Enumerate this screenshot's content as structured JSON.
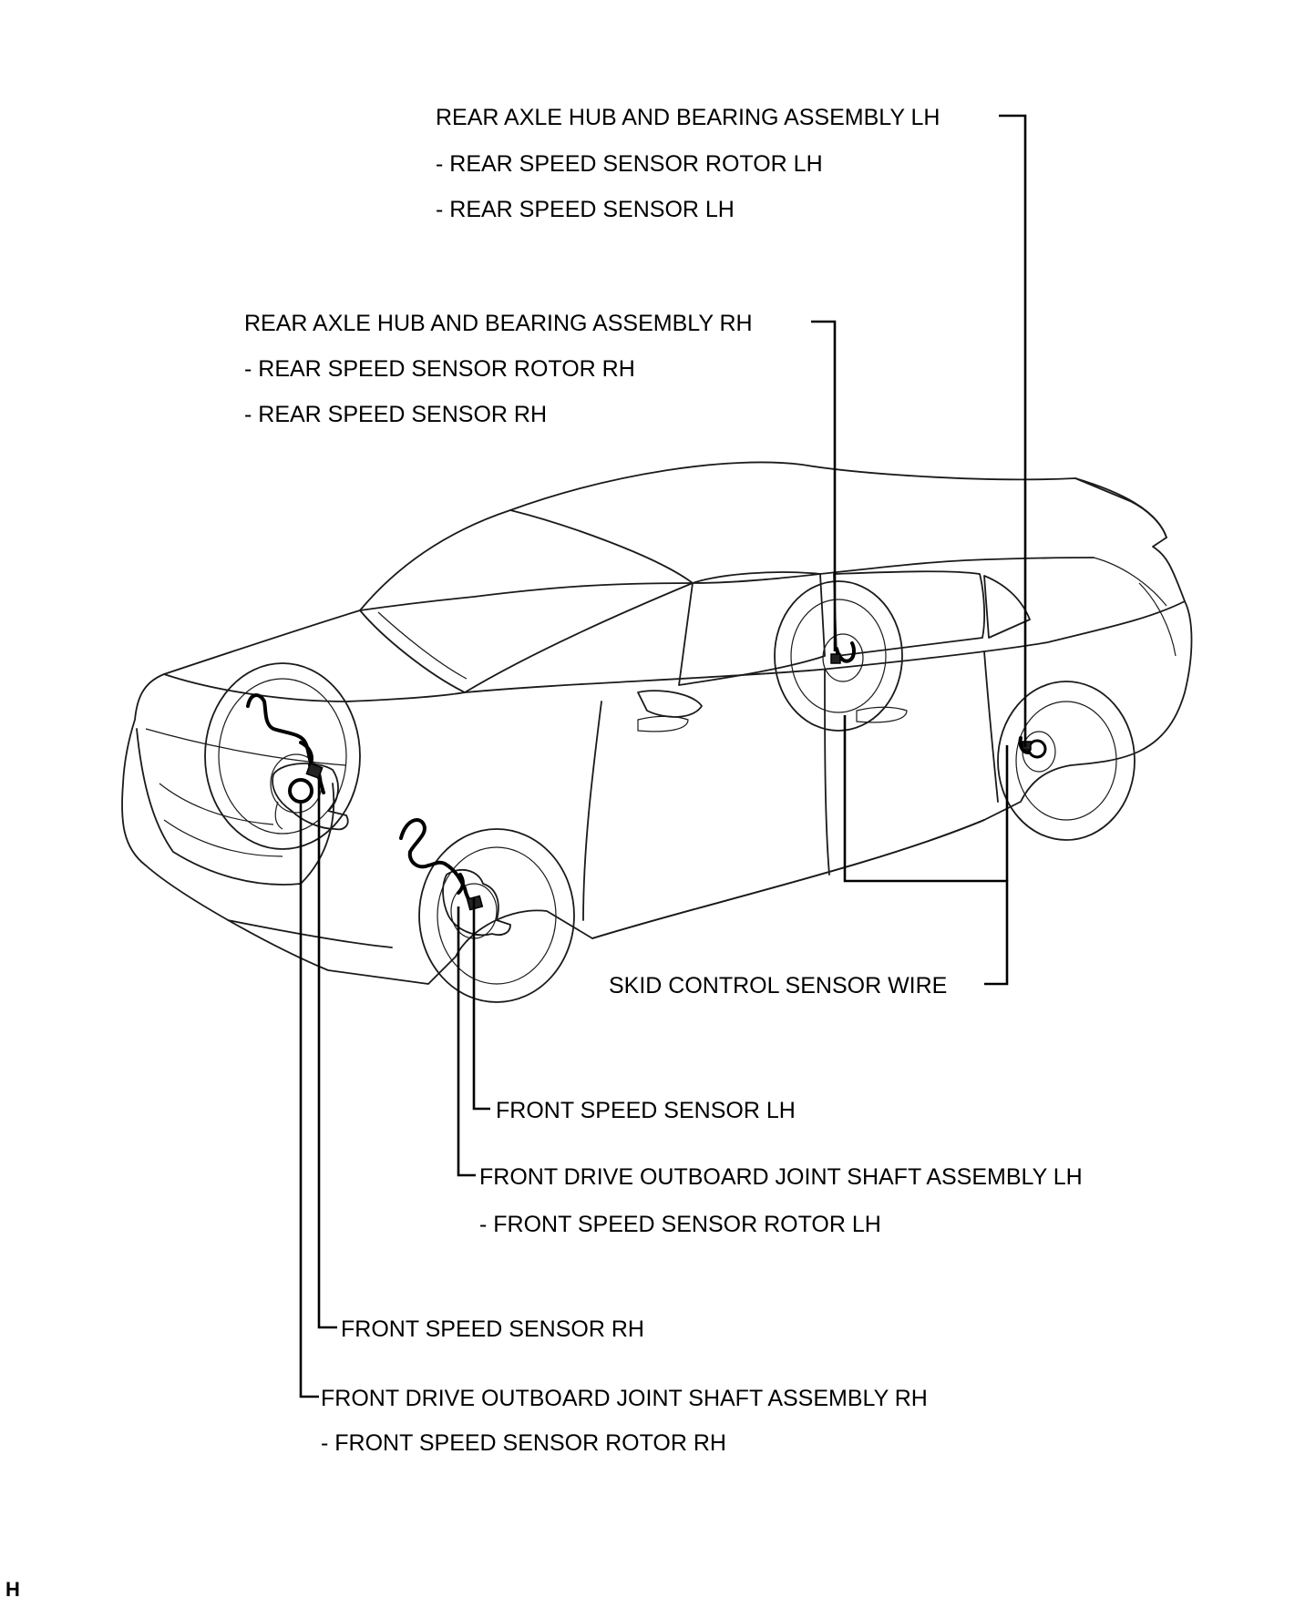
{
  "callouts": {
    "rear_hub_lh": {
      "title": "REAR AXLE HUB AND BEARING ASSEMBLY LH",
      "sub1": "- REAR SPEED SENSOR ROTOR LH",
      "sub2": "- REAR SPEED SENSOR LH"
    },
    "rear_hub_rh": {
      "title": "REAR AXLE HUB AND BEARING ASSEMBLY RH",
      "sub1": "- REAR SPEED SENSOR ROTOR RH",
      "sub2": "- REAR SPEED SENSOR RH"
    },
    "skid_wire": {
      "title": "SKID CONTROL SENSOR WIRE"
    },
    "front_sensor_lh": {
      "title": "FRONT SPEED SENSOR LH"
    },
    "front_shaft_lh": {
      "title": "FRONT DRIVE OUTBOARD JOINT SHAFT ASSEMBLY LH",
      "sub1": "- FRONT SPEED SENSOR ROTOR LH"
    },
    "front_sensor_rh": {
      "title": "FRONT SPEED SENSOR RH"
    },
    "front_shaft_rh": {
      "title": "FRONT DRIVE OUTBOARD JOINT SHAFT ASSEMBLY RH",
      "sub1": "- FRONT SPEED SENSOR ROTOR RH"
    }
  },
  "corner_mark": "H",
  "colors": {
    "line": "#000000",
    "background": "#ffffff"
  }
}
